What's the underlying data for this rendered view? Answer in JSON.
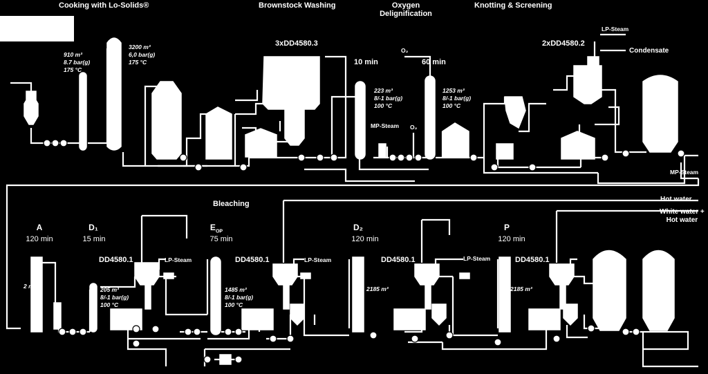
{
  "titles": {
    "cooking": "Cooking with Lo-Solids®",
    "washing": "Brownstock Washing",
    "oxygen": "Oxygen\nDelignification",
    "knotting": "Knotting & Screening",
    "bleaching": "Bleaching"
  },
  "equipment": {
    "washers_brownstock": "3xDD4580.3",
    "washers_screening": "2xDD4580.2",
    "bleach_washer_1": "DD4580.1",
    "bleach_washer_2": "DD4580.1",
    "bleach_washer_3": "DD4580.1",
    "bleach_washer_4": "DD4580.1"
  },
  "cooking": {
    "vessel1_specs": [
      "910 m³",
      "8.7 bar(g)",
      "175 °C"
    ],
    "vessel2_specs": [
      "3200 m³",
      "6,0 bar(g)",
      "175 °C"
    ]
  },
  "oxygen": {
    "o2_top": "O₂",
    "reactor1_time": "10 min",
    "reactor1_specs": [
      "223 m³",
      "8/-1 bar(g)",
      "100 °C"
    ],
    "reactor2_time": "60 min",
    "reactor2_specs": [
      "1253 m³",
      "8/-1 bar(g)",
      "100 °C"
    ],
    "mp_steam": "MP-Steam",
    "o2_feed": "O₂"
  },
  "screening": {
    "lp_steam": "LP-Steam",
    "condensate": "Condensate",
    "mp_steam": "MP-Steam"
  },
  "bleaching": {
    "stage_a": "A",
    "stage_a_time": "120 min",
    "stage_a_vol": "2   m³",
    "stage_d1": "D₁",
    "stage_d1_time": "15 min",
    "stage_d1_specs": [
      "205 m³",
      "8/-1 bar(g)",
      "100 °C"
    ],
    "stage_eop": "E",
    "stage_eop_sub": "OP",
    "stage_eop_time": "75 min",
    "stage_eop_specs": [
      "1485 m³",
      "8/-1 bar(g)",
      "100 °C"
    ],
    "stage_d2": "D₂",
    "stage_d2_time": "120 min",
    "stage_d2_vol": "2185 m³",
    "stage_p": "P",
    "stage_p_time": "120 min",
    "stage_p_vol": "2185 m³",
    "lp_steam_1": "LP-Steam",
    "lp_steam_2": "LP-Steam",
    "lp_steam_3": "LP-Steam",
    "hot_water": "Hot water",
    "white_water": "White water +\nHot water"
  }
}
